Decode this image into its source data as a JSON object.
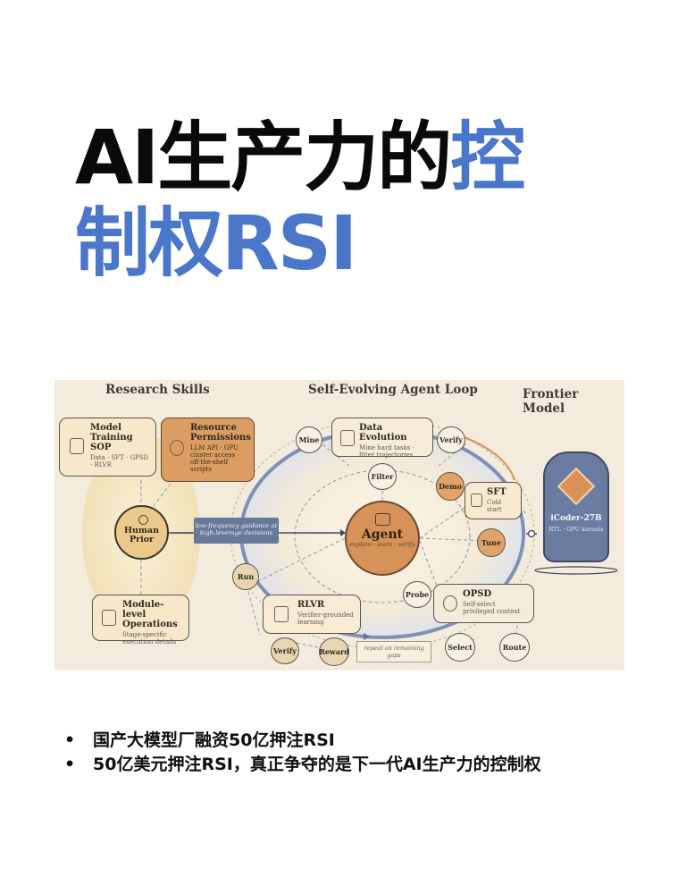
{
  "headline": {
    "part1": "AI生产力的",
    "part2": "控",
    "part3": "制权RSI"
  },
  "colors": {
    "accent": "#4a77c9",
    "cream": "#f6e8c8",
    "orange": "#dc9d63",
    "slate": "#6b7ca1"
  },
  "figure": {
    "sections": {
      "left": "Research Skills",
      "center": "Self-Evolving Agent Loop",
      "right": "Frontier Model"
    },
    "cards": {
      "model_training": {
        "title": "Model Training SOP",
        "sub": "Data · SFT · GPSD · RLVR",
        "icon": "checklist-icon"
      },
      "resource": {
        "title": "Resource Permissions",
        "sub": "LLM API · GPU cluster access · off-the-shelf scripts",
        "icon": "network-icon"
      },
      "module": {
        "title": "Module-level Operations",
        "sub": "Stage-specific execution details",
        "icon": "flow-icon"
      },
      "data_evolution": {
        "title": "Data Evolution",
        "sub": "Mine hard tasks · filter trajectories",
        "icon": "filter-icon"
      },
      "sft": {
        "title": "SFT",
        "sub": "Cold start",
        "icon": "box-icon"
      },
      "rlvr": {
        "title": "RLVR",
        "sub": "Verifier-grounded learning",
        "icon": "shield-icon"
      },
      "opsd": {
        "title": "OPSD",
        "sub": "Self-select privileged context",
        "icon": "nodes-icon"
      }
    },
    "human_prior": "Human Prior",
    "guidance": "low-frequency guidance at high-leverage decisions",
    "agent": {
      "title": "Agent",
      "sub": "explore · learn · verify"
    },
    "model": {
      "name": "iCoder-27B",
      "sub": "RTL · GPU kernels"
    },
    "pills": {
      "mine": "Mine",
      "verify_top": "Verify",
      "filter": "Filter",
      "demo": "Demo",
      "tune": "Tune",
      "run": "Run",
      "probe": "Probe",
      "verify_bottom": "Verify",
      "reward": "Reward",
      "select": "Select",
      "route": "Route"
    },
    "repeat_note": "repeat on remaining gaps"
  },
  "bullets": [
    "国产大模型厂融资50亿押注RSI",
    "50亿美元押注RSI，真正争夺的是下一代AI生产力的控制权"
  ]
}
